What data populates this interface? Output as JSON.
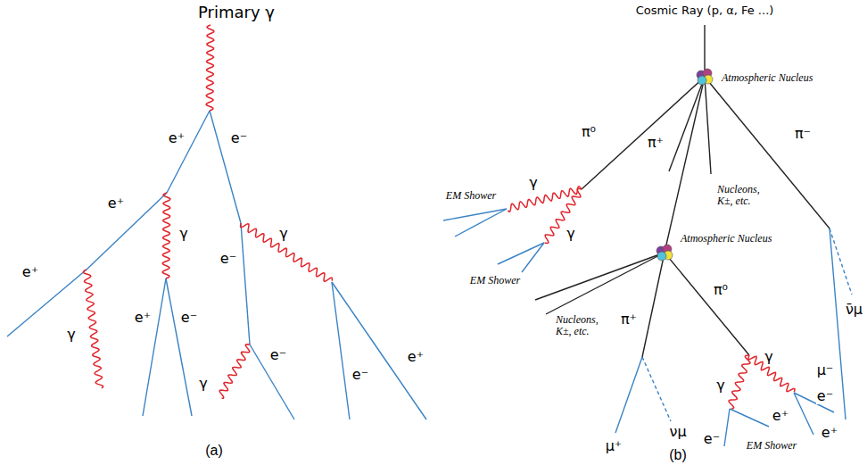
{
  "diagram": {
    "labels": [
      "Primary γ",
      "e⁺",
      "e⁻",
      "e⁺",
      "γ",
      "e⁻",
      "γ",
      "e⁺",
      "γ",
      "e⁺",
      "e⁻",
      "γ",
      "e⁻",
      "e⁻",
      "e⁺",
      "(a)",
      "Cosmic Ray (p, α, Fe ...)",
      "Atmospheric Nucleus",
      "π⁰",
      "π⁺",
      "π⁻",
      "Nucleons, K±, etc.",
      "γ",
      "γ",
      "EM Shower",
      "EM Shower",
      "Atmospheric Nucleus",
      "Nucleons, K±, etc.",
      "π⁺",
      "π⁰",
      "ν̄μ",
      "μ⁻",
      "μ⁺",
      "νμ",
      "γ",
      "γ",
      "e⁻",
      "e⁺",
      "e⁺",
      "e⁻",
      "EM Shower",
      "(b)"
    ]
  }
}
